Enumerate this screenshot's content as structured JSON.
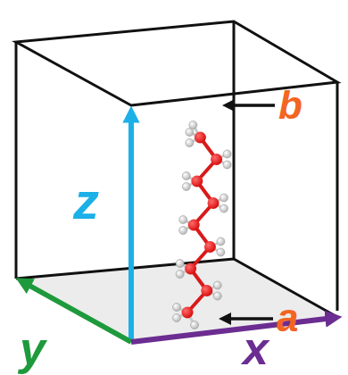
{
  "diagram": {
    "labels": [
      "b",
      "z",
      "a",
      "y",
      "x"
    ]
  }
}
